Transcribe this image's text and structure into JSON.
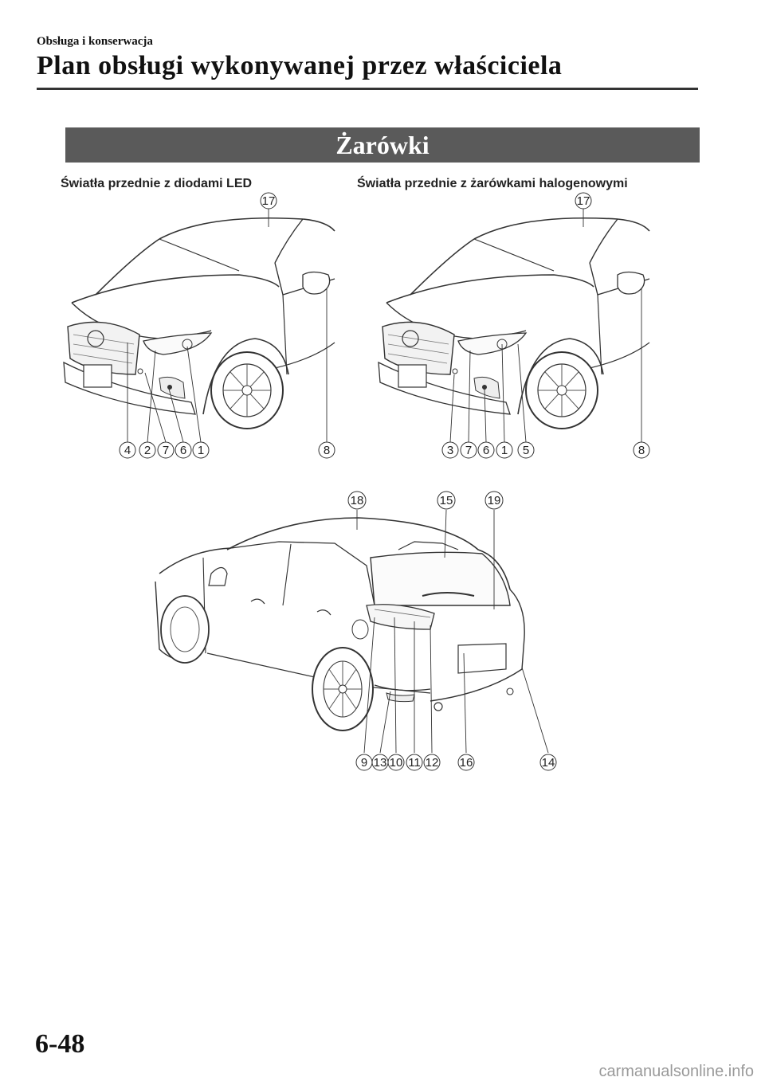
{
  "header": {
    "section": "Obsługa i konserwacja",
    "title": "Plan obsługi wykonywanej przez właściciela"
  },
  "section_title": "Żarówki",
  "figures": {
    "left_label": "Światła przednie z diodami LED",
    "right_label": "Światła przednie z żarówkami halogenowymi"
  },
  "callouts": {
    "front_left_top": "17",
    "front_left_bottom": [
      "4",
      "2",
      "7",
      "6",
      "1",
      "8"
    ],
    "front_right_top": "17",
    "front_right_bottom": [
      "3",
      "7",
      "6",
      "1",
      "5",
      "8"
    ],
    "rear_top": [
      "18",
      "15",
      "19"
    ],
    "rear_bottom": [
      "9",
      "13",
      "10",
      "11",
      "12",
      "16",
      "14"
    ]
  },
  "footer": {
    "page_number": "6-48",
    "watermark": "carmanualsonline.info"
  }
}
